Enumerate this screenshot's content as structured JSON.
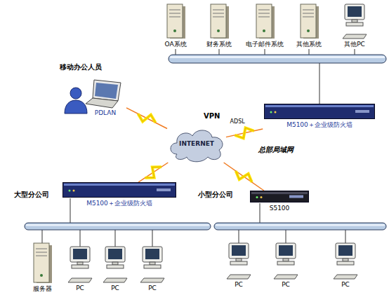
{
  "diagram": {
    "nodes": [
      {
        "text": [
          "OA系统"
        ]
      },
      {
        "text": [
          "财务系统"
        ]
      },
      {
        "text": [
          "电子邮件系统"
        ]
      },
      {
        "text": [
          "其他系统"
        ]
      },
      {
        "text": [
          "其他PC"
        ]
      },
      {
        "text": [
          "PDLAN"
        ]
      },
      {
        "text": [
          "INTERNET"
        ]
      },
      {
        "text": [
          "M5100＋企业级防火墙"
        ]
      },
      {
        "text": [
          "M5100＋企业级防火墙"
        ]
      },
      {
        "text": [
          "S5100"
        ]
      },
      {
        "text": [
          "服务器"
        ]
      },
      {
        "text": [
          "PC"
        ]
      },
      {
        "text": [
          "PC"
        ]
      },
      {
        "text": [
          "PC"
        ]
      },
      {
        "text": [
          "PC"
        ]
      },
      {
        "text": [
          "PC"
        ]
      },
      {
        "text": [
          "PC"
        ]
      }
    ],
    "edges": [
      {
        "from": 5,
        "to": 6,
        "arrow": "none"
      },
      {
        "from": 6,
        "to": 7,
        "arrow": "none",
        "label": "ADSL"
      },
      {
        "from": 6,
        "to": 8,
        "arrow": "none"
      },
      {
        "from": 6,
        "to": 9,
        "arrow": "none"
      }
    ],
    "labels": [
      "移动办公人员",
      "VPN",
      "总部局域网",
      "大型分公司",
      "小型分公司"
    ]
  }
}
